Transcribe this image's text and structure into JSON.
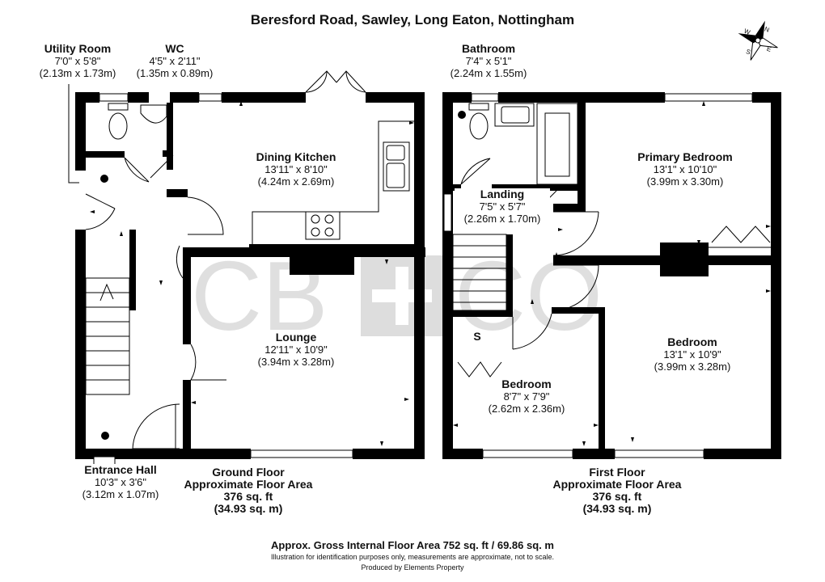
{
  "title": "Beresford Road, Sawley, Long Eaton, Nottingham",
  "watermark": "CB+CO",
  "compass": [
    "N",
    "E",
    "S",
    "W"
  ],
  "rooms": {
    "utility": {
      "name": "Utility Room",
      "imperial": "7'0\" x 5'8\"",
      "metric": "(2.13m x 1.73m)"
    },
    "wc": {
      "name": "WC",
      "imperial": "4'5\" x 2'11\"",
      "metric": "(1.35m x 0.89m)"
    },
    "dining_kitchen": {
      "name": "Dining Kitchen",
      "imperial": "13'11\" x 8'10\"",
      "metric": "(4.24m x 2.69m)"
    },
    "lounge": {
      "name": "Lounge",
      "imperial": "12'11\" x 10'9\"",
      "metric": "(3.94m x 3.28m)"
    },
    "entrance_hall": {
      "name": "Entrance Hall",
      "imperial": "10'3\" x 3'6\"",
      "metric": "(3.12m x 1.07m)"
    },
    "bathroom": {
      "name": "Bathroom",
      "imperial": "7'4\" x 5'1\"",
      "metric": "(2.24m x 1.55m)"
    },
    "landing": {
      "name": "Landing",
      "imperial": "7'5\" x 5'7\"",
      "metric": "(2.26m x 1.70m)"
    },
    "primary_bedroom": {
      "name": "Primary Bedroom",
      "imperial": "13'1\" x 10'10\"",
      "metric": "(3.99m x 3.30m)"
    },
    "bedroom_large": {
      "name": "Bedroom",
      "imperial": "13'1\" x 10'9\"",
      "metric": "(3.99m x 3.28m)"
    },
    "bedroom_small": {
      "name": "Bedroom",
      "imperial": "8'7\" x 7'9\"",
      "metric": "(2.62m x 2.36m)"
    },
    "store": {
      "name": "S"
    }
  },
  "floors": {
    "ground": {
      "line1": "Ground Floor",
      "line2": "Approximate Floor Area",
      "line3": "376 sq. ft",
      "line4": "(34.93 sq. m)"
    },
    "first": {
      "line1": "First Floor",
      "line2": "Approximate Floor Area",
      "line3": "376 sq. ft",
      "line4": "(34.93 sq. m)"
    }
  },
  "footer": {
    "gross": "Approx. Gross Internal Floor Area 752 sq. ft / 69.86 sq. m",
    "disclaimer": "Illustration for identification purposes only, measurements are approximate, not to scale.",
    "producer": "Produced by Elements Property"
  }
}
